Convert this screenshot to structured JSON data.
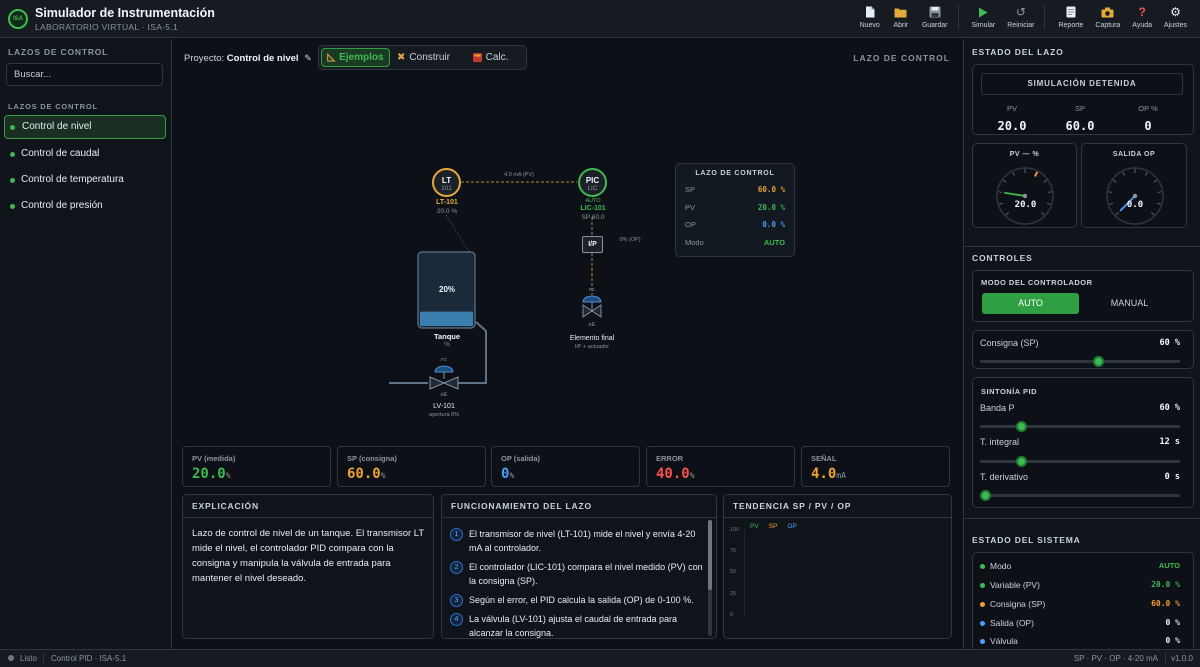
{
  "header": {
    "logo_text": "ISA",
    "title": "Simulador de Instrumentación",
    "subtitle": "LABORATORIO VIRTUAL · ISA-5.1",
    "toolbar": [
      {
        "label": "Nuevo",
        "icon": "new-file-icon"
      },
      {
        "label": "Abrir",
        "icon": "folder-open-icon"
      },
      {
        "label": "Guardar",
        "icon": "save-icon"
      },
      {
        "label": "Simular",
        "icon": "play-icon"
      },
      {
        "label": "Reiniciar",
        "icon": "reset-icon"
      },
      {
        "label": "Reporte",
        "icon": "report-icon"
      },
      {
        "label": "Captura",
        "icon": "camera-icon"
      },
      {
        "label": "Ayuda",
        "icon": "help-icon"
      },
      {
        "label": "Ajustes",
        "icon": "gear-icon"
      }
    ]
  },
  "sidebar": {
    "heading": "LAZOS DE CONTROL",
    "search_placeholder": "Buscar...",
    "list_heading": "LAZOS DE CONTROL",
    "items": [
      {
        "label": "Control de nivel",
        "active": true
      },
      {
        "label": "Control de caudal",
        "active": false
      },
      {
        "label": "Control de temperatura",
        "active": false
      },
      {
        "label": "Control de presión",
        "active": false
      }
    ]
  },
  "center": {
    "project_label": "Proyecto:",
    "project_name": "Control de nivel",
    "tabs": [
      {
        "label": "Ejemplos",
        "icon": "ruler-icon",
        "active": true
      },
      {
        "label": "Construir",
        "icon": "tools-icon",
        "active": false
      },
      {
        "label": "Calc.",
        "icon": "calculator-icon",
        "active": false
      }
    ],
    "section_label": "LAZO DE CONTROL"
  },
  "diagram": {
    "lt": {
      "letters": "LT",
      "number": "101",
      "tag": "LT-101",
      "value": "20.0 %"
    },
    "pic": {
      "letters": "PIC",
      "number": "LIC",
      "mode": "AUTO",
      "tag": "LIC-101",
      "sp": "SP 60.0"
    },
    "signal_label": "4.0 mA (PV)",
    "ip_label": "I/P",
    "ip_signal": "0% (OP)",
    "tank": {
      "level": "20%",
      "name": "Tanque",
      "unit": "%",
      "level_fraction": 0.2
    },
    "final_element": {
      "code": "FC",
      "tag": "eE",
      "name": "Elemento final",
      "sub": "I/P + actuador"
    },
    "valve": {
      "code": "FC",
      "tag": "eE",
      "name": "LV-101",
      "sub": "apertura 0%"
    }
  },
  "control_card": {
    "title": "LAZO DE CONTROL",
    "rows": [
      {
        "key": "SP",
        "value": "60.0 %",
        "color": "#f0a030"
      },
      {
        "key": "PV",
        "value": "20.0 %",
        "color": "#3fb950"
      },
      {
        "key": "OP",
        "value": "0.0 %",
        "color": "#4a9eff"
      },
      {
        "key": "Modo",
        "value": "AUTO",
        "color": "#3fb950"
      }
    ]
  },
  "metrics": [
    {
      "label": "PV (medida)",
      "value": "20.0",
      "unit": "%",
      "color": "#3fb950"
    },
    {
      "label": "SP (consigna)",
      "value": "60.0",
      "unit": "%",
      "color": "#f0a030"
    },
    {
      "label": "OP (salida)",
      "value": "0",
      "unit": "%",
      "color": "#4a9eff"
    },
    {
      "label": "ERROR",
      "value": "40.0",
      "unit": "%",
      "color": "#f85149"
    },
    {
      "label": "SEÑAL",
      "value": "4.0",
      "unit": "mA",
      "color": "#f0a030"
    }
  ],
  "explanation": {
    "title": "EXPLICACIÓN",
    "text": "Lazo de control de nivel de un tanque. El transmisor LT mide el nivel, el controlador PID compara con la consigna y manipula la válvula de entrada para mantener el nivel deseado."
  },
  "operation": {
    "title": "FUNCIONAMIENTO DEL LAZO",
    "steps": [
      {
        "num": "1",
        "text": "El transmisor de nivel (LT-101) mide el nivel y envía 4-20 mA al controlador."
      },
      {
        "num": "2",
        "text": "El controlador (LIC-101) compara el nivel medido (PV) con la consigna (SP)."
      },
      {
        "num": "3",
        "text": "Según el error, el PID calcula la salida (OP) de 0-100 %."
      },
      {
        "num": "4",
        "text": "La válvula (LV-101) ajusta el caudal de entrada para alcanzar la consigna."
      }
    ]
  },
  "trend": {
    "title": "TENDENCIA SP / PV / OP",
    "legend": [
      {
        "name": "PV",
        "color": "#3fb950"
      },
      {
        "name": "SP",
        "color": "#f0a030"
      },
      {
        "name": "OP",
        "color": "#4a9eff"
      }
    ],
    "y_ticks": [
      "100",
      "75",
      "50",
      "25",
      "0"
    ]
  },
  "loop_status": {
    "heading": "ESTADO DEL LAZO",
    "sim_status": "SIMULACIÓN DETENIDA",
    "values": [
      {
        "key": "PV",
        "value": "20.0"
      },
      {
        "key": "SP",
        "value": "60.0"
      },
      {
        "key": "OP %",
        "value": "0"
      }
    ],
    "gauge_pv": {
      "title": "PV — %",
      "value": "20.0",
      "fraction": 0.2,
      "sp_fraction": 0.6
    },
    "gauge_op": {
      "title": "SALIDA OP",
      "value": "0.0",
      "fraction": 0.0
    }
  },
  "controls": {
    "heading": "CONTROLES",
    "mode_title": "MODO DEL CONTROLADOR",
    "auto_label": "AUTO",
    "manual_label": "MANUAL",
    "setpoint": {
      "label": "Consigna (SP)",
      "value": "60 %",
      "fraction": 0.6
    },
    "pid_title": "SINTONÍA PID",
    "band": {
      "label": "Banda P",
      "value": "60 %",
      "fraction": 0.19
    },
    "integral": {
      "label": "T. integral",
      "value": "12 s",
      "fraction": 0.19
    },
    "derivative": {
      "label": "T. derivativo",
      "value": "0 s",
      "fraction": 0.0
    }
  },
  "system_status": {
    "heading": "ESTADO DEL SISTEMA",
    "rows": [
      {
        "key": "Modo",
        "value": "AUTO",
        "color": "#3fb950"
      },
      {
        "key": "Variable (PV)",
        "value": "20.0 %",
        "color": "#3fb950"
      },
      {
        "key": "Consigna (SP)",
        "value": "60.0 %",
        "color": "#f0a030"
      },
      {
        "key": "Salida (OP)",
        "value": "0 %",
        "color": "#4a9eff"
      },
      {
        "key": "Válvula",
        "value": "0 %",
        "color": "#4a9eff"
      }
    ]
  },
  "statusbar": {
    "state": "Listo",
    "mode": "Control PID · ISA-5.1",
    "signals": "SP · PV · OP · 4-20 mA",
    "version": "v1.0.0"
  },
  "colors": {
    "accent": "#3fb950",
    "sp": "#f0a030",
    "op": "#4a9eff",
    "error": "#f85149"
  }
}
